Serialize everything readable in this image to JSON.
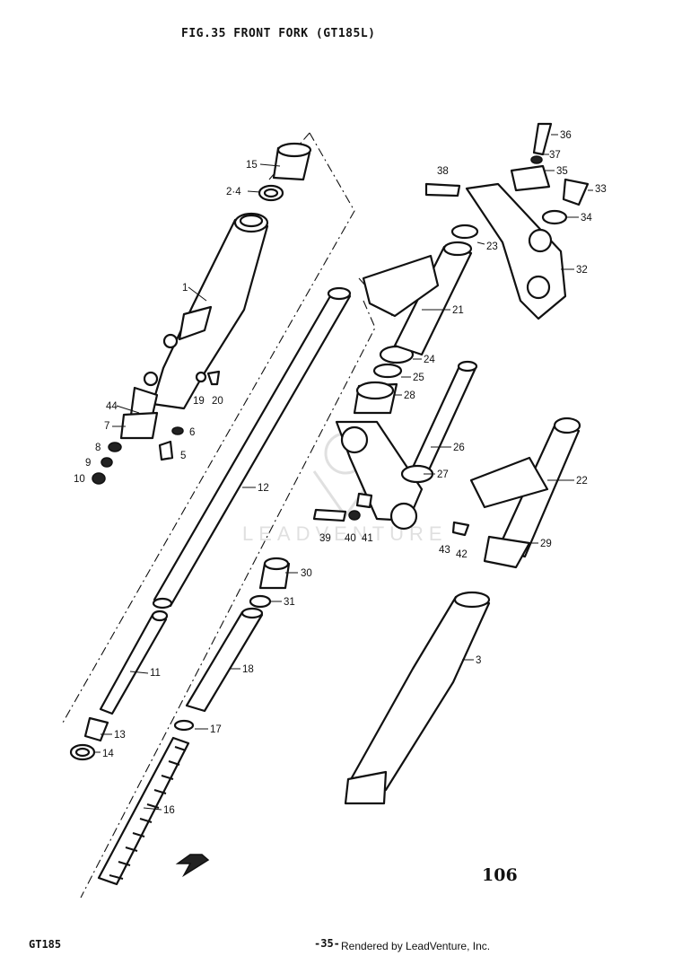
{
  "header": {
    "title": "FIG.35  FRONT FORK (GT185L)"
  },
  "footer": {
    "model": "GT185",
    "page_code": "-35-",
    "credit": "Rendered by LeadVenture, Inc.",
    "page_number": "106"
  },
  "watermark": {
    "text": "LEADVENTURE"
  },
  "callouts": [
    {
      "id": "c36",
      "label": "36"
    },
    {
      "id": "c37",
      "label": "37"
    },
    {
      "id": "c35",
      "label": "35"
    },
    {
      "id": "c38",
      "label": "38"
    },
    {
      "id": "c33",
      "label": "33"
    },
    {
      "id": "c34",
      "label": "34"
    },
    {
      "id": "c23",
      "label": "23"
    },
    {
      "id": "c32",
      "label": "32"
    },
    {
      "id": "c21",
      "label": "21"
    },
    {
      "id": "c24",
      "label": "24"
    },
    {
      "id": "c25",
      "label": "25"
    },
    {
      "id": "c28",
      "label": "28"
    },
    {
      "id": "c26",
      "label": "26"
    },
    {
      "id": "c27",
      "label": "27"
    },
    {
      "id": "c22",
      "label": "22"
    },
    {
      "id": "c29",
      "label": "29"
    },
    {
      "id": "c39",
      "label": "39"
    },
    {
      "id": "c40",
      "label": "40"
    },
    {
      "id": "c41",
      "label": "41"
    },
    {
      "id": "c43",
      "label": "43"
    },
    {
      "id": "c42",
      "label": "42"
    },
    {
      "id": "c15",
      "label": "15"
    },
    {
      "id": "c2-4",
      "label": "2·4"
    },
    {
      "id": "c1",
      "label": "1"
    },
    {
      "id": "c19",
      "label": "19"
    },
    {
      "id": "c20",
      "label": "20"
    },
    {
      "id": "c44",
      "label": "44"
    },
    {
      "id": "c7",
      "label": "7"
    },
    {
      "id": "c6",
      "label": "6"
    },
    {
      "id": "c8",
      "label": "8"
    },
    {
      "id": "c9",
      "label": "9"
    },
    {
      "id": "c5",
      "label": "5"
    },
    {
      "id": "c10",
      "label": "10"
    },
    {
      "id": "c12",
      "label": "12"
    },
    {
      "id": "c30",
      "label": "30"
    },
    {
      "id": "c31",
      "label": "31"
    },
    {
      "id": "c11",
      "label": "11"
    },
    {
      "id": "c18",
      "label": "18"
    },
    {
      "id": "c3",
      "label": "3"
    },
    {
      "id": "c13",
      "label": "13"
    },
    {
      "id": "c14",
      "label": "14"
    },
    {
      "id": "c17",
      "label": "17"
    },
    {
      "id": "c16",
      "label": "16"
    }
  ]
}
